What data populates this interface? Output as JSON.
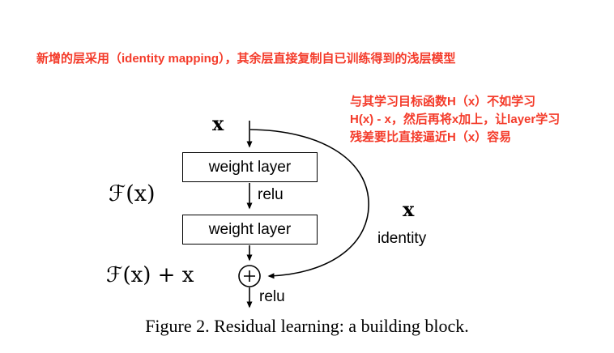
{
  "annotations": {
    "top_note": "新增的层采用（identity mapping），其余层直接复制自已训练得到的浅层模型",
    "side_note_lines": [
      "与其学习目标函数H（x）不如学习",
      "H(x) - x，然后再将x加上，让layer学习",
      "残差要比直接逼近H（x）容易"
    ]
  },
  "diagram": {
    "input_label": "x",
    "weight_layer_1": "weight layer",
    "relu_1": "relu",
    "residual_label": "ℱ(x)",
    "weight_layer_2": "weight layer",
    "skip_x_label": "x",
    "skip_identity_label": "identity",
    "output_label": "ℱ(x) + x",
    "relu_2": "relu"
  },
  "caption": "Figure 2. Residual learning: a building block.",
  "colors": {
    "annotation_red": "#f43b2a",
    "diagram_black": "#000000"
  }
}
